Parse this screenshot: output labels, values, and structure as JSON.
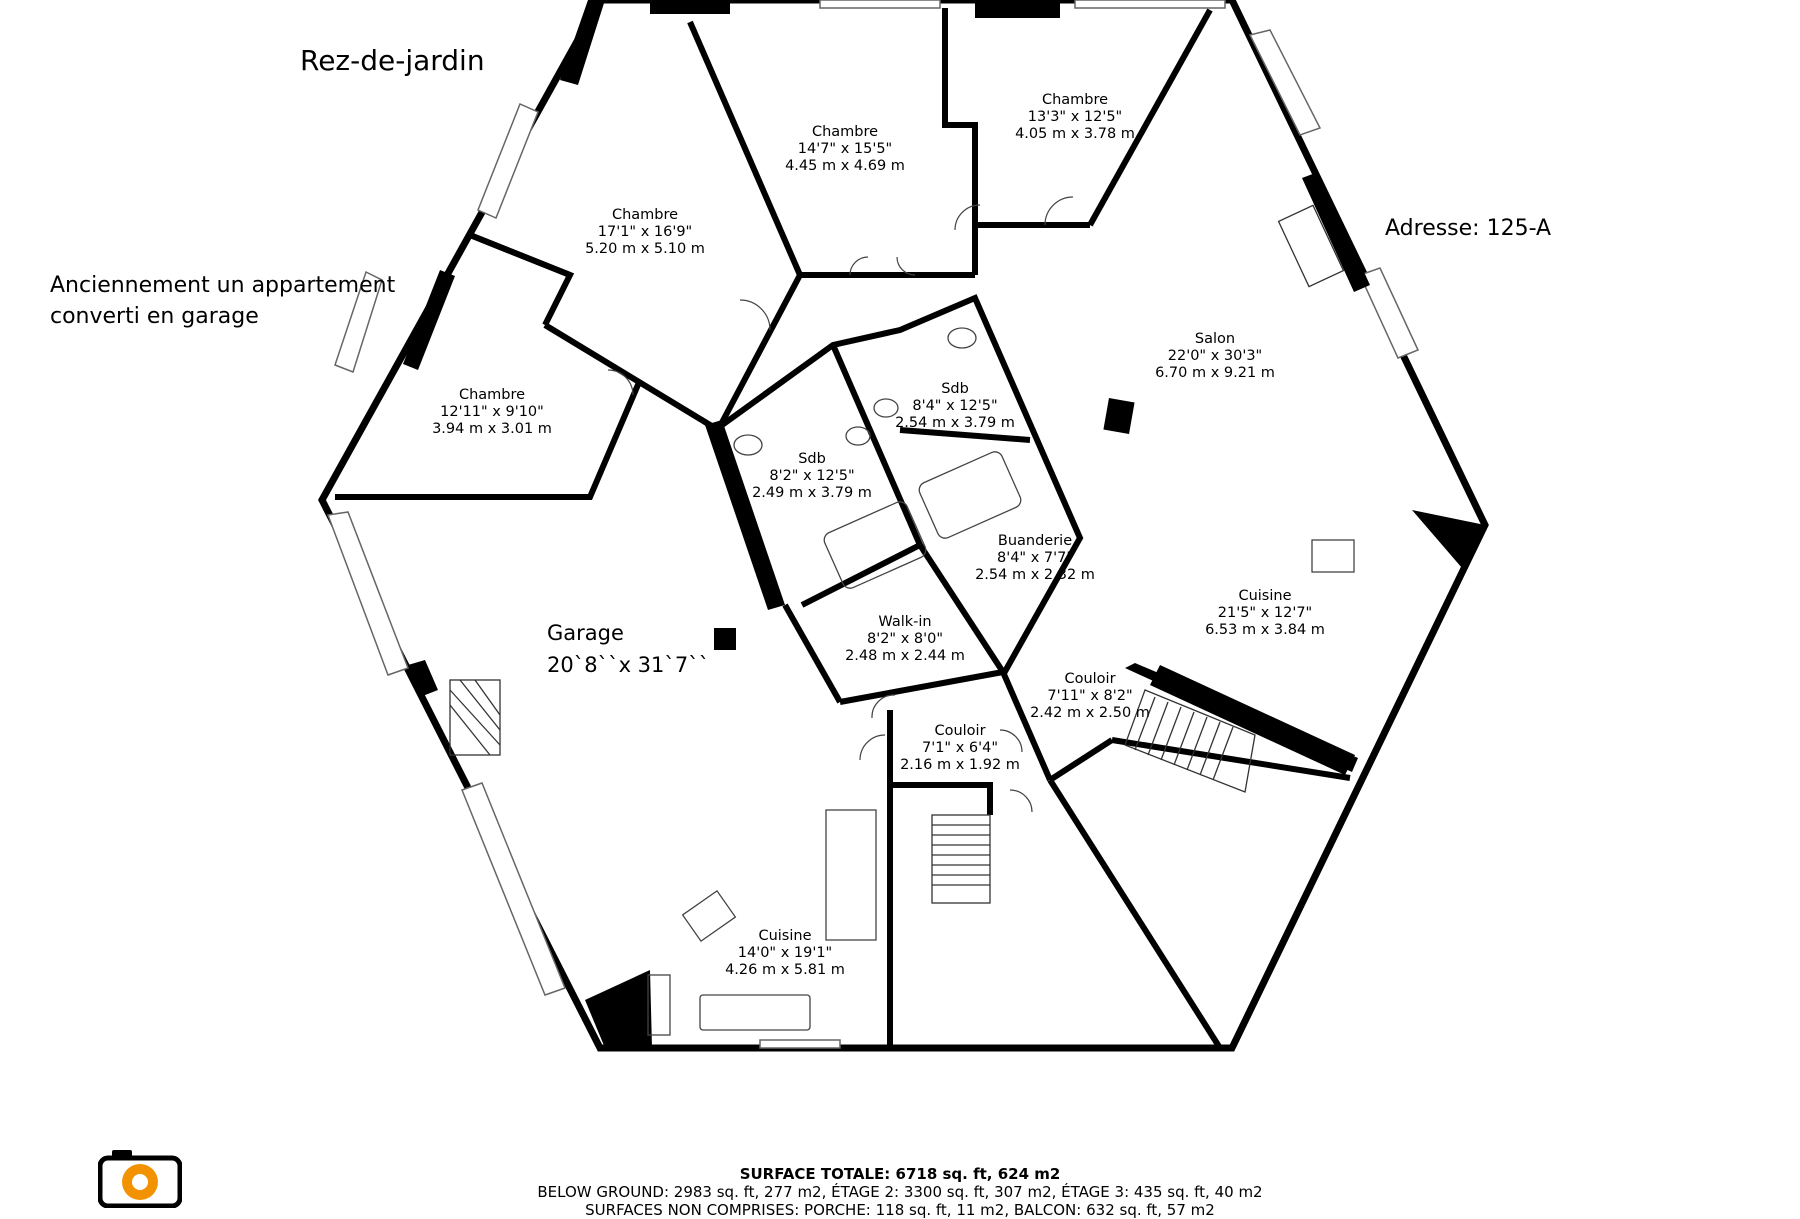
{
  "notes": {
    "level_name": "Rez-de-jardin",
    "address": "Adresse: 125-A",
    "remark_line1": "Anciennement un appartement",
    "remark_line2": "converti en garage"
  },
  "rooms": [
    {
      "id": "chambre-1",
      "name": "Chambre",
      "imperial": "14'7\" x 15'5\"",
      "metric": "4.45 m x 4.69 m"
    },
    {
      "id": "chambre-2",
      "name": "Chambre",
      "imperial": "13'3\" x 12'5\"",
      "metric": "4.05 m x 3.78 m"
    },
    {
      "id": "chambre-3",
      "name": "Chambre",
      "imperial": "17'1\" x 16'9\"",
      "metric": "5.20 m x 5.10 m"
    },
    {
      "id": "chambre-4",
      "name": "Chambre",
      "imperial": "12'11\" x 9'10\"",
      "metric": "3.94 m x 3.01 m"
    },
    {
      "id": "salon",
      "name": "Salon",
      "imperial": "22'0\" x 30'3\"",
      "metric": "6.70 m x 9.21 m"
    },
    {
      "id": "sdb-1",
      "name": "Sdb",
      "imperial": "8'4\" x 12'5\"",
      "metric": "2.54 m x 3.79 m"
    },
    {
      "id": "sdb-2",
      "name": "Sdb",
      "imperial": "8'2\" x 12'5\"",
      "metric": "2.49 m x 3.79 m"
    },
    {
      "id": "buanderie",
      "name": "Buanderie",
      "imperial": "8'4\" x 7'7\"",
      "metric": "2.54 m x 2.32 m"
    },
    {
      "id": "cuisine-1",
      "name": "Cuisine",
      "imperial": "21'5\" x 12'7\"",
      "metric": "6.53 m x 3.84 m"
    },
    {
      "id": "walk-in",
      "name": "Walk-in",
      "imperial": "8'2\" x 8'0\"",
      "metric": "2.48 m x 2.44 m"
    },
    {
      "id": "couloir-1",
      "name": "Couloir",
      "imperial": "7'11\" x 8'2\"",
      "metric": "2.42 m x 2.50 m"
    },
    {
      "id": "couloir-2",
      "name": "Couloir",
      "imperial": "7'1\" x 6'4\"",
      "metric": "2.16 m x 1.92 m"
    },
    {
      "id": "cuisine-2",
      "name": "Cuisine",
      "imperial": "14'0\" x 19'1\"",
      "metric": "4.26 m x 5.81 m"
    }
  ],
  "garage": {
    "name": "Garage",
    "dims": "20`8``x 31`7``"
  },
  "footer": {
    "total": "SURFACE TOTALE: 6718 sq. ft, 624 m2",
    "below": "BELOW GROUND: 2983 sq. ft, 277 m2, ÉTAGE 2: 3300 sq. ft, 307 m2, ÉTAGE 3: 435 sq. ft, 40 m2",
    "excluded": "SURFACES NON COMPRISES: PORCHE: 118 sq. ft, 11 m2, BALCON: 632 sq. ft, 57 m2"
  },
  "colors": {
    "wall": "#000000",
    "fixture": "#555555",
    "logo_orange": "#f39200"
  },
  "icons": [
    "camera-logo-icon",
    "stair-icon",
    "door-swing-icon",
    "toilet-icon",
    "sink-icon",
    "bathtub-icon",
    "stove-icon"
  ]
}
